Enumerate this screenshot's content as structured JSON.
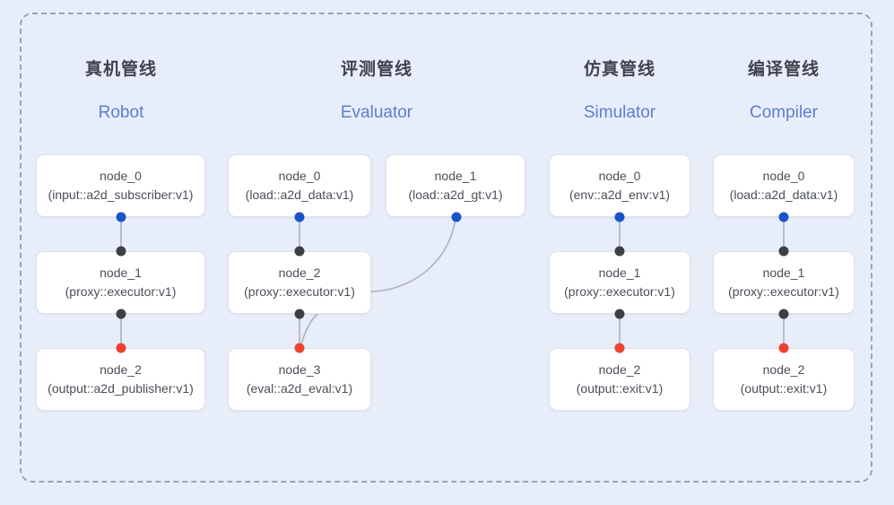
{
  "diagram": {
    "background_color": "#e8edfa",
    "frame_border_color": "#9aa3b5",
    "node_fill": "#ffffff",
    "node_border": "#dfe2e8",
    "edge_color": "#b9bcc4",
    "dot_colors": {
      "input": "#1a53c6",
      "middle": "#3b3f46",
      "output": "#ef4130"
    },
    "columns": [
      {
        "title_cn": "真机管线",
        "title_en": "Robot",
        "nodes": [
          {
            "id": "node_0",
            "kind": "(input::a2d_subscriber:v1)"
          },
          {
            "id": "node_1",
            "kind": "(proxy::executor:v1)"
          },
          {
            "id": "node_2",
            "kind": "(output::a2d_publisher:v1)"
          }
        ]
      },
      {
        "title_cn": "评测管线",
        "title_en": "Evaluator",
        "nodes": [
          {
            "id": "node_0",
            "kind": "(load::a2d_data:v1)"
          },
          {
            "id": "node_1",
            "kind": "(load::a2d_gt:v1)"
          },
          {
            "id": "node_2",
            "kind": "(proxy::executor:v1)"
          },
          {
            "id": "node_3",
            "kind": "(eval::a2d_eval:v1)"
          }
        ]
      },
      {
        "title_cn": "仿真管线",
        "title_en": "Simulator",
        "nodes": [
          {
            "id": "node_0",
            "kind": "(env::a2d_env:v1)"
          },
          {
            "id": "node_1",
            "kind": "(proxy::executor:v1)"
          },
          {
            "id": "node_2",
            "kind": "(output::exit:v1)"
          }
        ]
      },
      {
        "title_cn": "编译管线",
        "title_en": "Compiler",
        "nodes": [
          {
            "id": "node_0",
            "kind": "(load::a2d_data:v1)"
          },
          {
            "id": "node_1",
            "kind": "(proxy::executor:v1)"
          },
          {
            "id": "node_2",
            "kind": "(output::exit:v1)"
          }
        ]
      }
    ]
  }
}
